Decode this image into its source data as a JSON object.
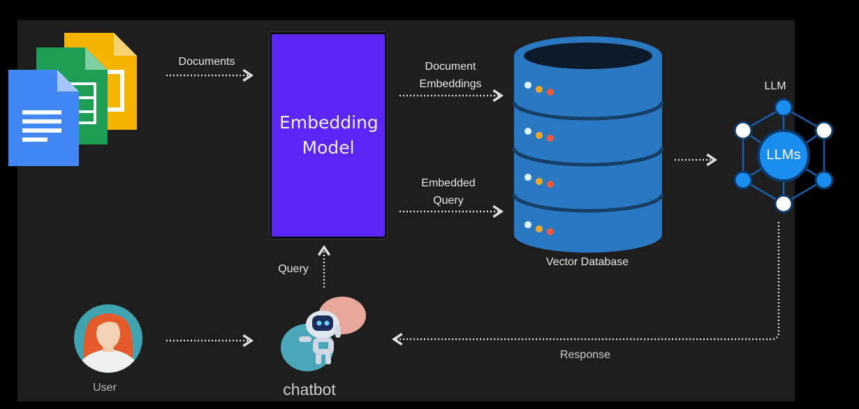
{
  "labels": {
    "documents": "Documents",
    "document_embeddings": "Document\nEmbeddings",
    "embedding_model": "Embedding\nModel",
    "embedded_query": "Embedded\nQuery",
    "vector_database": "Vector Database",
    "llm": "LLM",
    "llms": "LLMs",
    "query": "Query",
    "user": "User",
    "chatbot": "chatbot",
    "response": "Response"
  },
  "icons": {
    "docs": "google-docs-icon",
    "sheets": "google-sheets-icon",
    "slides": "google-slides-icon",
    "database": "database-icon",
    "llm": "llm-network-icon",
    "user": "user-avatar-icon",
    "chatbot": "robot-icon"
  },
  "colors": {
    "background": "#000000",
    "panel": "#1e1e1e",
    "embedding_model": "#5a25f5",
    "database": "#2b78c2",
    "llm_accent": "#1a8ef0",
    "arrow": "#e0e0e0"
  }
}
